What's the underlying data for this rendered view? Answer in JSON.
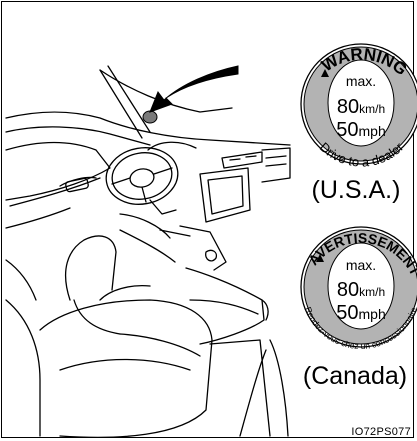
{
  "labels": {
    "usa": {
      "top": "WARNING",
      "line1": "max.",
      "speed_kmh_value": "80",
      "speed_kmh_unit": "km/h",
      "speed_mph_value": "50",
      "speed_mph_unit": "mph",
      "bottom": "Drive to a dealer",
      "caption": "(U.S.A.)"
    },
    "canada": {
      "top": "AVERTISSEMENT",
      "line1": "max.",
      "speed_kmh_value": "80",
      "speed_kmh_unit": "km/h",
      "speed_mph_value": "50",
      "speed_mph_unit": "mph",
      "bottom": "Rendez-vous chez un concessionnaire",
      "caption": "(Canada)"
    }
  },
  "figure_code": "IO72PS077"
}
